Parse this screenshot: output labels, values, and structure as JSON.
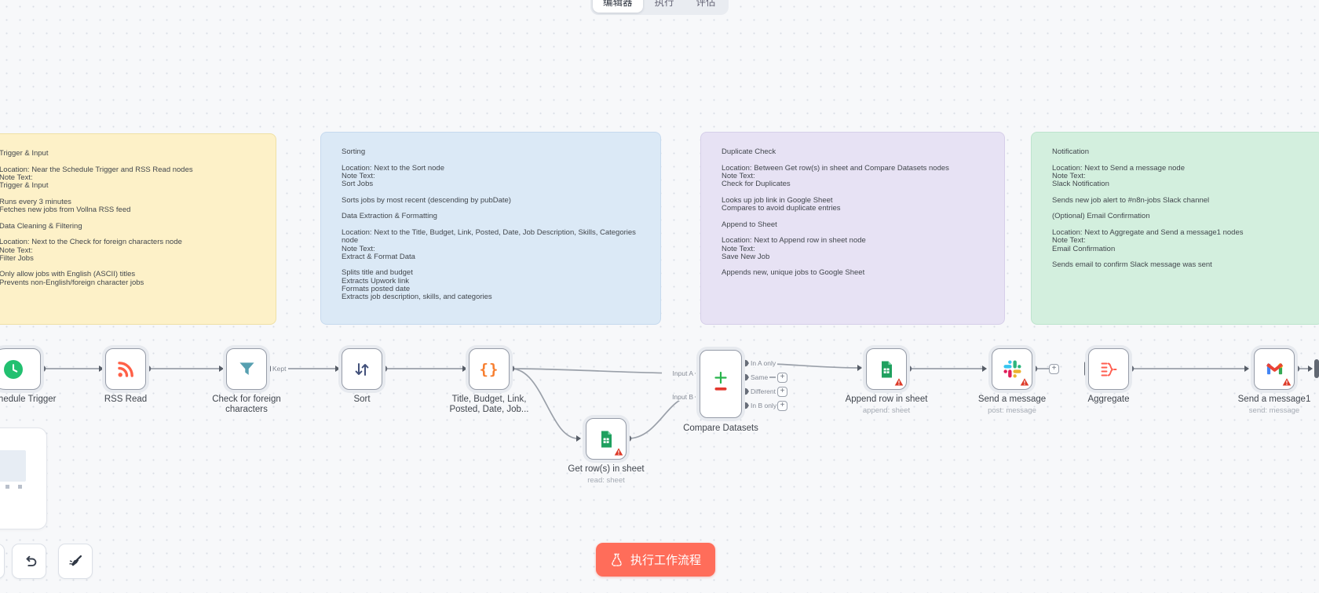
{
  "tabs": [
    {
      "label": "编辑器",
      "active": true
    },
    {
      "label": "执行",
      "active": false
    },
    {
      "label": "评估",
      "active": false
    }
  ],
  "sticky_notes": [
    {
      "id": "trigger-input",
      "color": "#fdf1c8",
      "text": "Trigger & Input\n\nLocation: Near the Schedule Trigger and RSS Read nodes\nNote Text:\nTrigger & Input\n\nRuns every 3 minutes\nFetches new jobs from Vollna RSS feed\n\nData Cleaning & Filtering\n\nLocation: Next to the Check for foreign characters node\nNote Text:\nFilter Jobs\n\nOnly allow jobs with English (ASCII) titles\nPrevents non-English/foreign character jobs"
    },
    {
      "id": "sorting",
      "color": "#dbe9f6",
      "text": "Sorting\n\nLocation: Next to the Sort node\nNote Text:\nSort Jobs\n\nSorts jobs by most recent (descending by pubDate)\n\nData Extraction & Formatting\n\nLocation: Next to the Title, Budget, Link, Posted, Date, Job Description, Skills, Categories node\nNote Text:\nExtract & Format Data\n\nSplits title and budget\nExtracts Upwork link\nFormats posted date\nExtracts job description, skills, and categories"
    },
    {
      "id": "duplicate-check",
      "color": "#e7e2f4",
      "text": "Duplicate Check\n\nLocation: Between Get row(s) in sheet and Compare Datasets nodes\nNote Text:\nCheck for Duplicates\n\nLooks up job link in Google Sheet\nCompares to avoid duplicate entries\n\nAppend to Sheet\n\nLocation: Next to Append row in sheet node\nNote Text:\nSave New Job\n\nAppends new, unique jobs to Google Sheet"
    },
    {
      "id": "notification",
      "color": "#d3efde",
      "text": "Notification\n\nLocation: Next to Send a message node\nNote Text:\nSlack Notification\n\nSends new job alert to #n8n-jobs Slack channel\n\n(Optional) Email Confirmation\n\nLocation: Next to Aggregate and Send a message1 nodes\nNote Text:\nEmail Confirmation\n\nSends email to confirm Slack message was sent"
    }
  ],
  "nodes": [
    {
      "label": "Schedule Trigger"
    },
    {
      "label": "RSS Read"
    },
    {
      "label": "Check for foreign characters"
    },
    {
      "label": "Sort"
    },
    {
      "label": "Title, Budget, Link, Posted, Date, Job..."
    },
    {
      "label": "Get row(s) in sheet",
      "sublabel": "read: sheet"
    },
    {
      "label": "Compare Datasets"
    },
    {
      "label": "Append row in sheet",
      "sublabel": "append: sheet"
    },
    {
      "label": "Send a message",
      "sublabel": "post: message"
    },
    {
      "label": "Aggregate"
    },
    {
      "label": "Send a message1",
      "sublabel": "send: message"
    }
  ],
  "port_labels": {
    "kept": "Kept",
    "input_a": "Input A",
    "input_b": "Input B",
    "in_a_only": "In A only",
    "same": "Same",
    "different": "Different",
    "in_b_only": "In B only"
  },
  "ui": {
    "plus": "+"
  },
  "icons": {
    "braces": "{}"
  },
  "execute_button": {
    "label": "执行工作流程"
  },
  "colors": {
    "canvas": "#f7f8fa",
    "execute_bg": "#ff6d5a",
    "connection": "#9aa0a9",
    "node_border": "#969ca8",
    "warning": "#dd3a28",
    "note_yellow": "#fdf1c8",
    "note_blue": "#dbe9f6",
    "note_purple": "#e7e2f4",
    "note_green": "#d3efde"
  }
}
